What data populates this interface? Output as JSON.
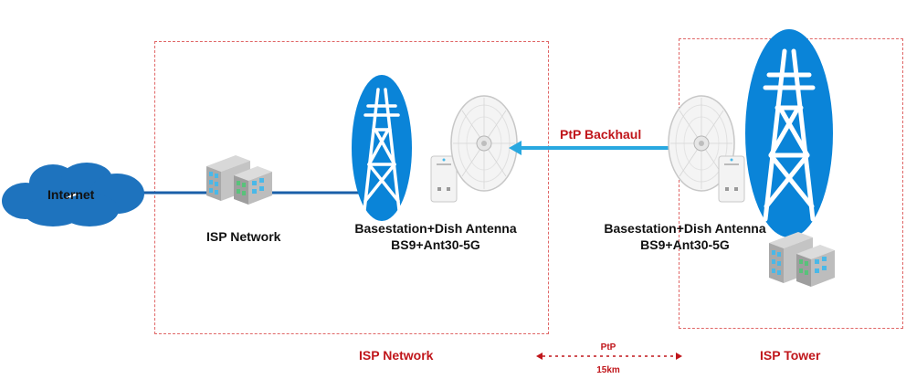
{
  "internet": {
    "label": "Internet"
  },
  "isp_network_node": {
    "label": "ISP Network"
  },
  "site_left": {
    "line1": "Basestation+Dish Antenna",
    "line2": "BS9+Ant30-5G"
  },
  "site_right": {
    "line1": "Basestation+Dish Antenna",
    "line2": "BS9+Ant30-5G"
  },
  "backhaul": {
    "label": "PtP Backhaul"
  },
  "zones": {
    "left_title": "ISP Network",
    "right_title": "ISP Tower"
  },
  "legend": {
    "top": "PtP",
    "bottom": "15km"
  },
  "colors": {
    "tower_blue": "#0a84d8",
    "cloud_blue": "#1e73be",
    "link_blue": "#1a5fa8",
    "backhaul_cyan": "#29a8e0",
    "accent_red": "#c0161b",
    "zone_border": "#e06666"
  }
}
